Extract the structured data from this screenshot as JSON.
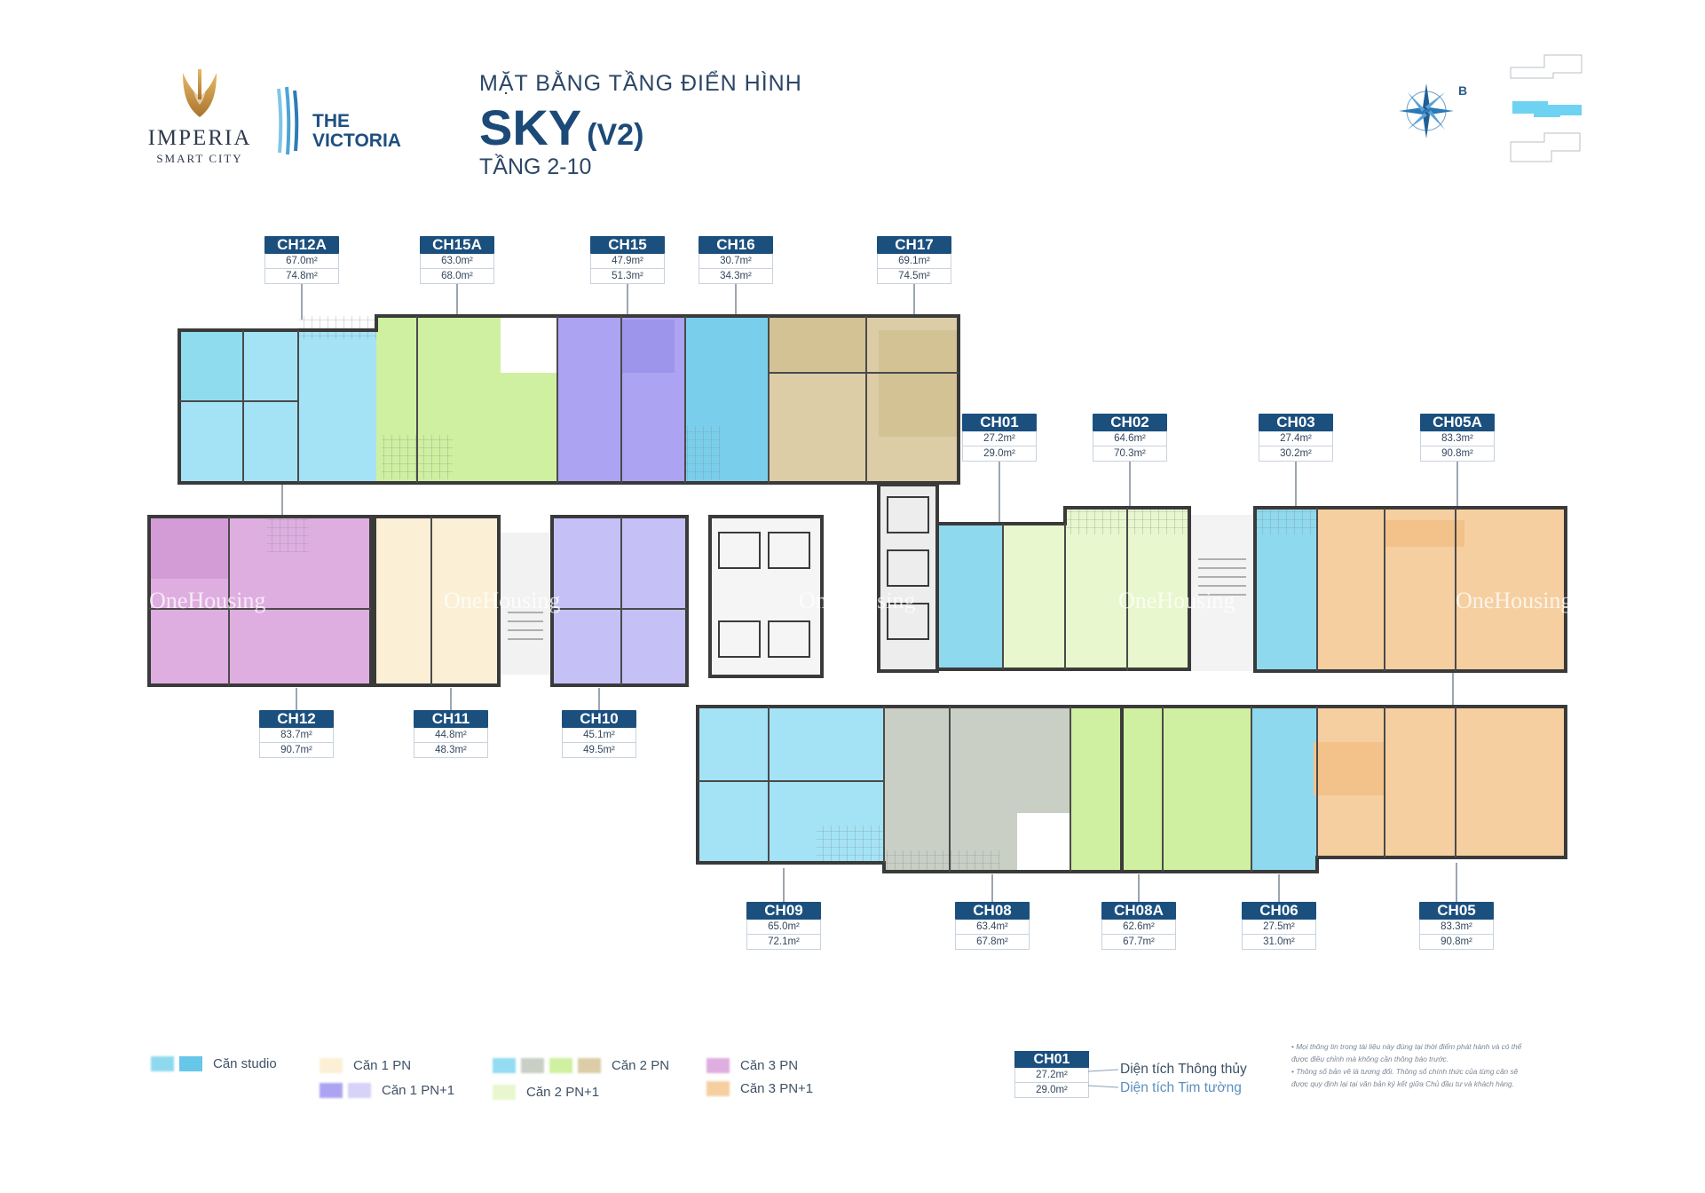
{
  "header": {
    "brand_primary": "IMPERIA",
    "brand_primary_sub": "SMART CITY",
    "brand_secondary_line1": "THE",
    "brand_secondary_line2": "VICTORIA",
    "kicker": "MẶT BẰNG TẦNG ĐIỂN HÌNH",
    "title": "SKY",
    "version": "(V2)",
    "floors": "TẦNG 2-10",
    "compass_north": "B"
  },
  "colors": {
    "studio": "#8fd9ee",
    "studio_b": "#66c7e8",
    "one_pn": "#fbf0d6",
    "one_pn_plus": "#b6aef4",
    "two_pn_blue": "#93dcf2",
    "two_pn_grey": "#c9cfc4",
    "two_pn_green": "#cff0a0",
    "two_pn_tan": "#dccda7",
    "two_pn_plus": "#e8f7cd",
    "three_pn": "#dfaee0",
    "three_pn_plus": "#f6cfa1",
    "label_bg": "#1b4f7e",
    "wall": "#3a3a3a"
  },
  "units": [
    {
      "code": "CH12A",
      "area1": "67.0m²",
      "area2": "74.8m²"
    },
    {
      "code": "CH15A",
      "area1": "63.0m²",
      "area2": "68.0m²"
    },
    {
      "code": "CH15",
      "area1": "47.9m²",
      "area2": "51.3m²"
    },
    {
      "code": "CH16",
      "area1": "30.7m²",
      "area2": "34.3m²"
    },
    {
      "code": "CH17",
      "area1": "69.1m²",
      "area2": "74.5m²"
    },
    {
      "code": "CH01",
      "area1": "27.2m²",
      "area2": "29.0m²"
    },
    {
      "code": "CH02",
      "area1": "64.6m²",
      "area2": "70.3m²"
    },
    {
      "code": "CH03",
      "area1": "27.4m²",
      "area2": "30.2m²"
    },
    {
      "code": "CH05A",
      "area1": "83.3m²",
      "area2": "90.8m²"
    },
    {
      "code": "CH12",
      "area1": "83.7m²",
      "area2": "90.7m²"
    },
    {
      "code": "CH11",
      "area1": "44.8m²",
      "area2": "48.3m²"
    },
    {
      "code": "CH10",
      "area1": "45.1m²",
      "area2": "49.5m²"
    },
    {
      "code": "CH09",
      "area1": "65.0m²",
      "area2": "72.1m²"
    },
    {
      "code": "CH08",
      "area1": "63.4m²",
      "area2": "67.8m²"
    },
    {
      "code": "CH08A",
      "area1": "62.6m²",
      "area2": "67.7m²"
    },
    {
      "code": "CH06",
      "area1": "27.5m²",
      "area2": "31.0m²"
    },
    {
      "code": "CH05",
      "area1": "83.3m²",
      "area2": "90.8m²"
    }
  ],
  "watermark": "OneHousing",
  "legend": {
    "studio": "Căn studio",
    "one_pn": "Căn 1 PN",
    "one_pn_plus": "Căn 1 PN+1",
    "two_pn": "Căn 2 PN",
    "two_pn_plus": "Căn 2 PN+1",
    "three_pn": "Căn 3 PN",
    "three_pn_plus": "Căn 3 PN+1"
  },
  "key": {
    "code": "CH01",
    "area1": "27.2m²",
    "area2": "29.0m²",
    "desc1": "Diện tích Thông thủy",
    "desc2": "Diện tích Tim tường"
  },
  "notes": [
    "• Mọi thông tin trong tài liệu này đúng tại thời điểm phát hành và có thể",
    "được điều chỉnh mà không cần thông báo trước.",
    "• Thông số bản vẽ là tương đối. Thông số chính thức của từng căn sẽ",
    "được quy định lại tại văn bản ký kết giữa Chủ đầu tư và khách hàng."
  ]
}
